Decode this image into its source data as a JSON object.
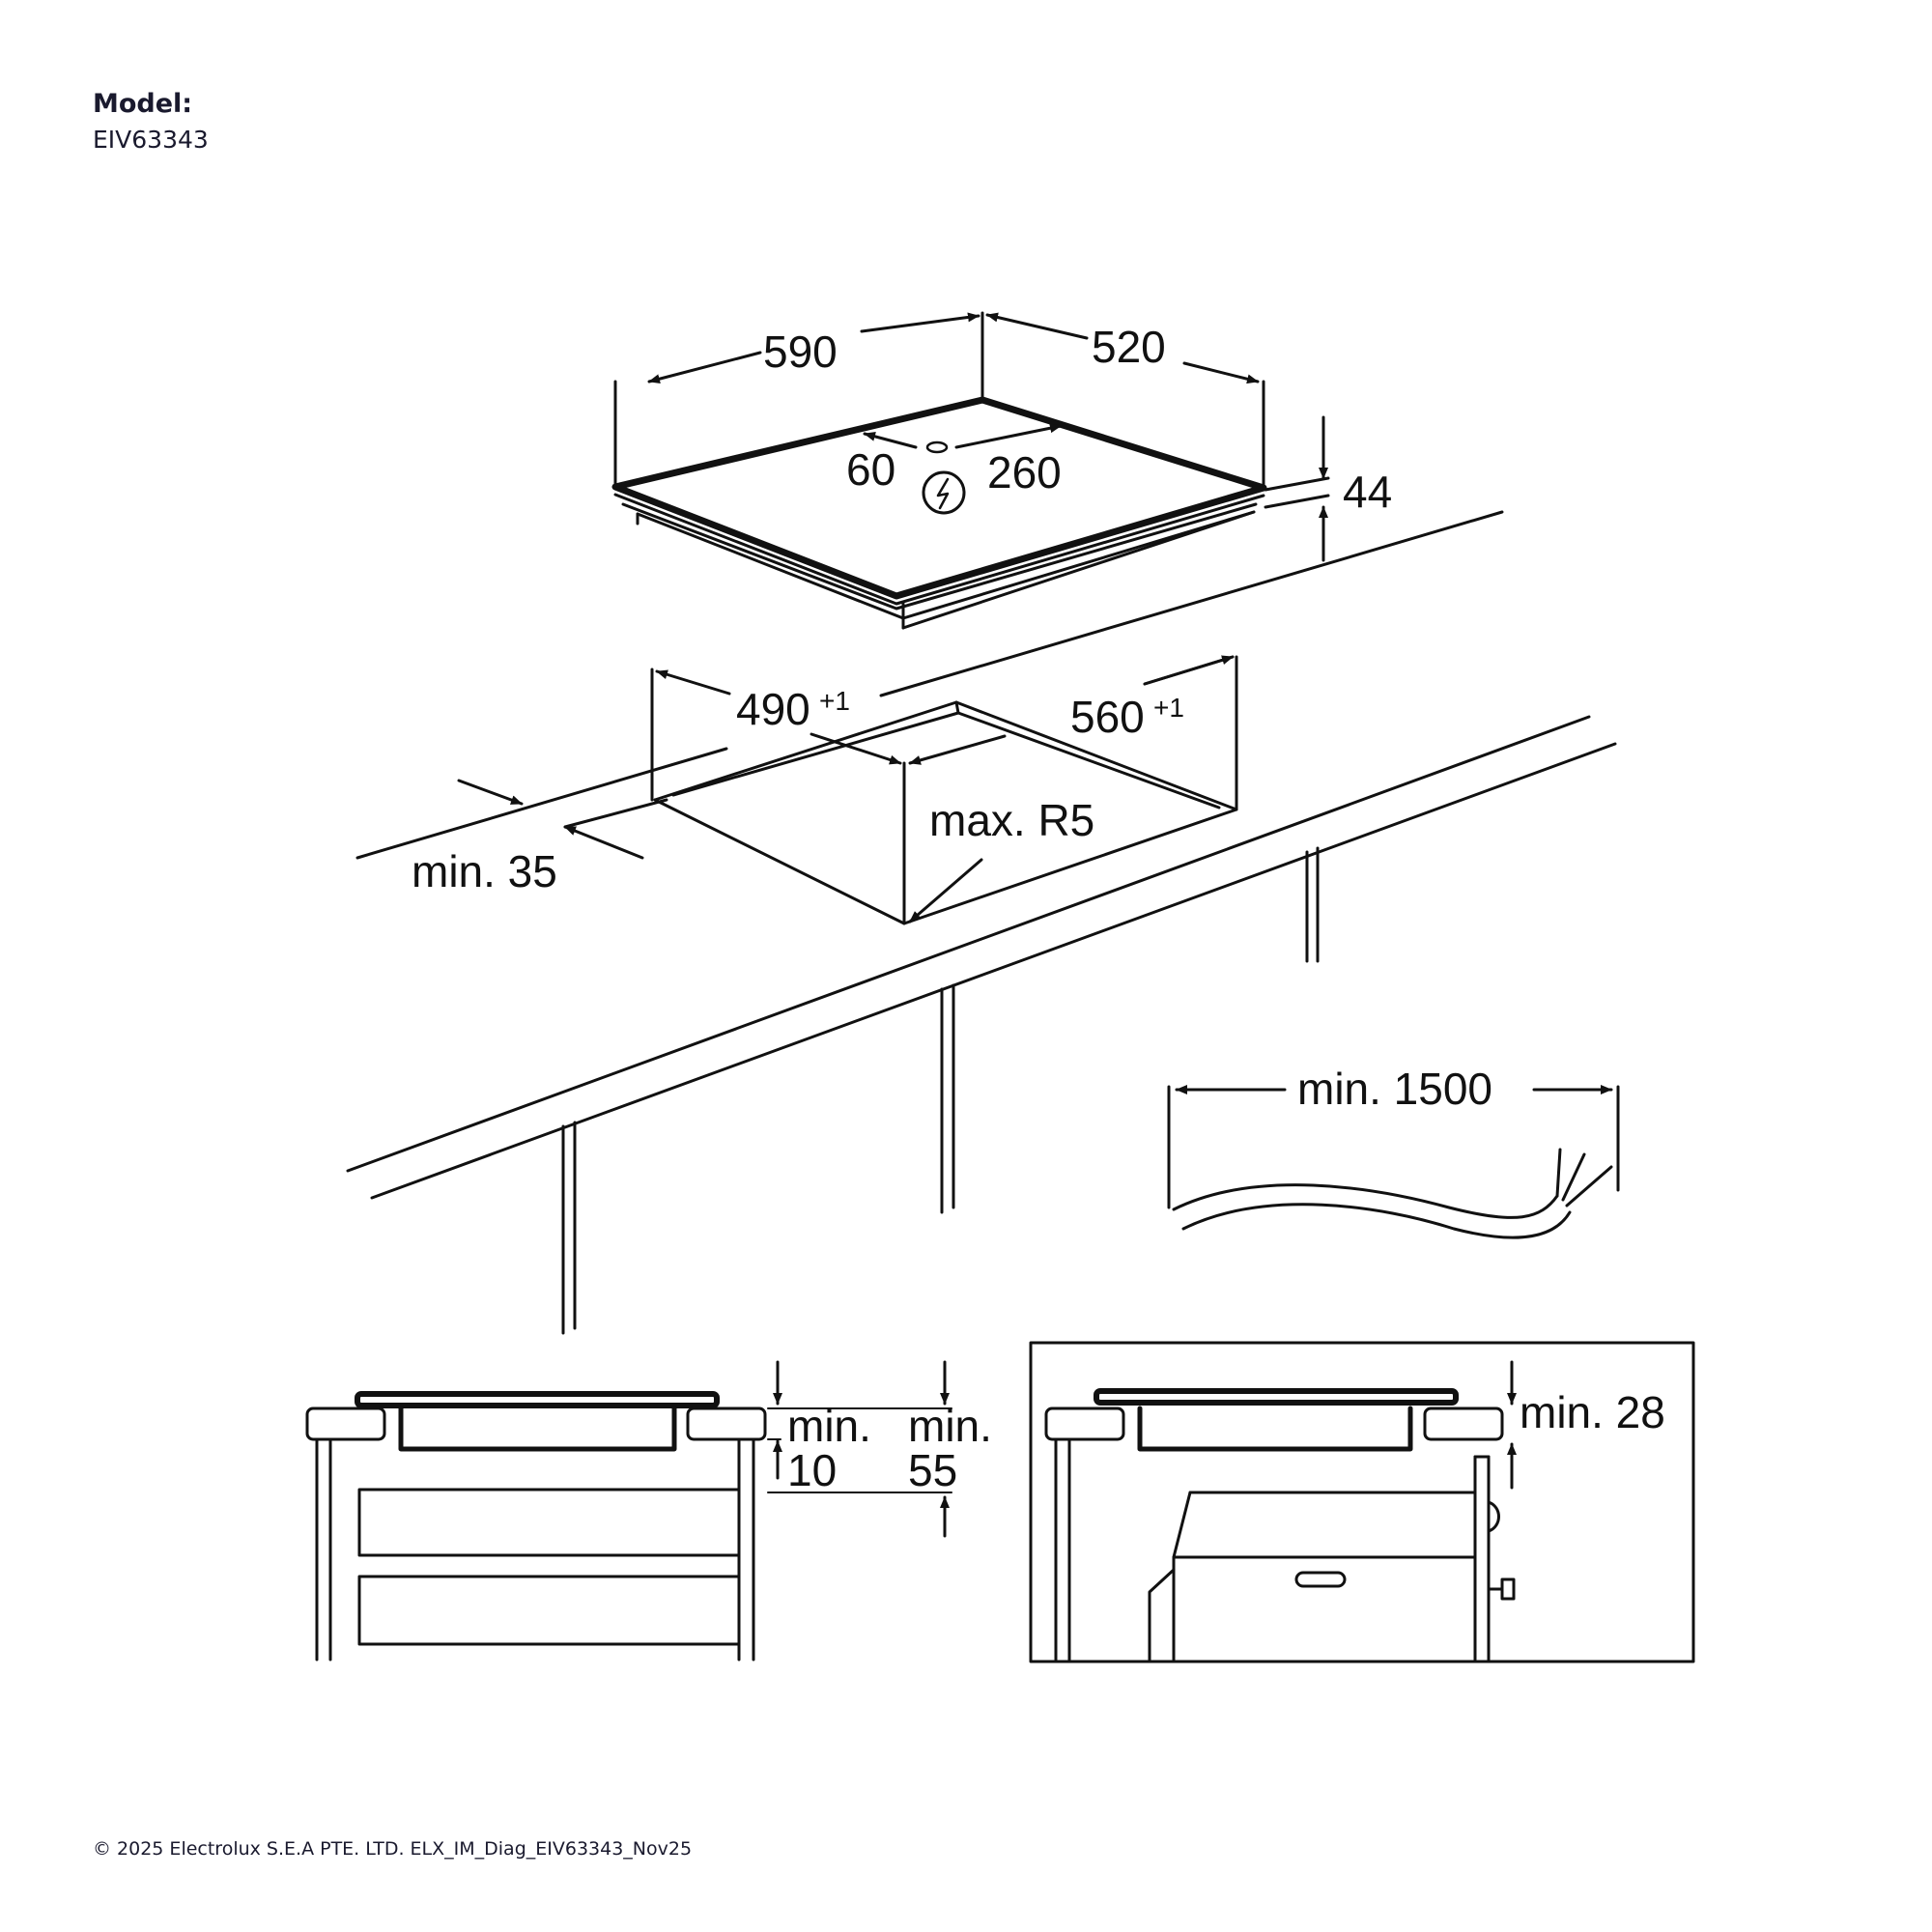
{
  "header": {
    "model_label": "Model:",
    "model_value": "EIV63343"
  },
  "dimensions": {
    "width": "590",
    "depth": "520",
    "height": "44",
    "connection_offset": "60",
    "connection_distance": "260",
    "cutout_depth": "490",
    "cutout_depth_tol": "+1",
    "cutout_width": "560",
    "cutout_width_tol": "+1",
    "corner_radius": "max. R5",
    "front_edge_min": "min. 35",
    "cable_length": "min. 1500",
    "gap_min_label": "min.",
    "gap_min_value": "10",
    "clearance_min_label": "min.",
    "clearance_min_value": "55",
    "oven_gap": "min. 28"
  },
  "icons": [
    "power-connection-icon"
  ],
  "footer": {
    "copyright": "© 2025 Electrolux S.E.A PTE. LTD. ELX_IM_Diag_EIV63343_Nov25"
  }
}
